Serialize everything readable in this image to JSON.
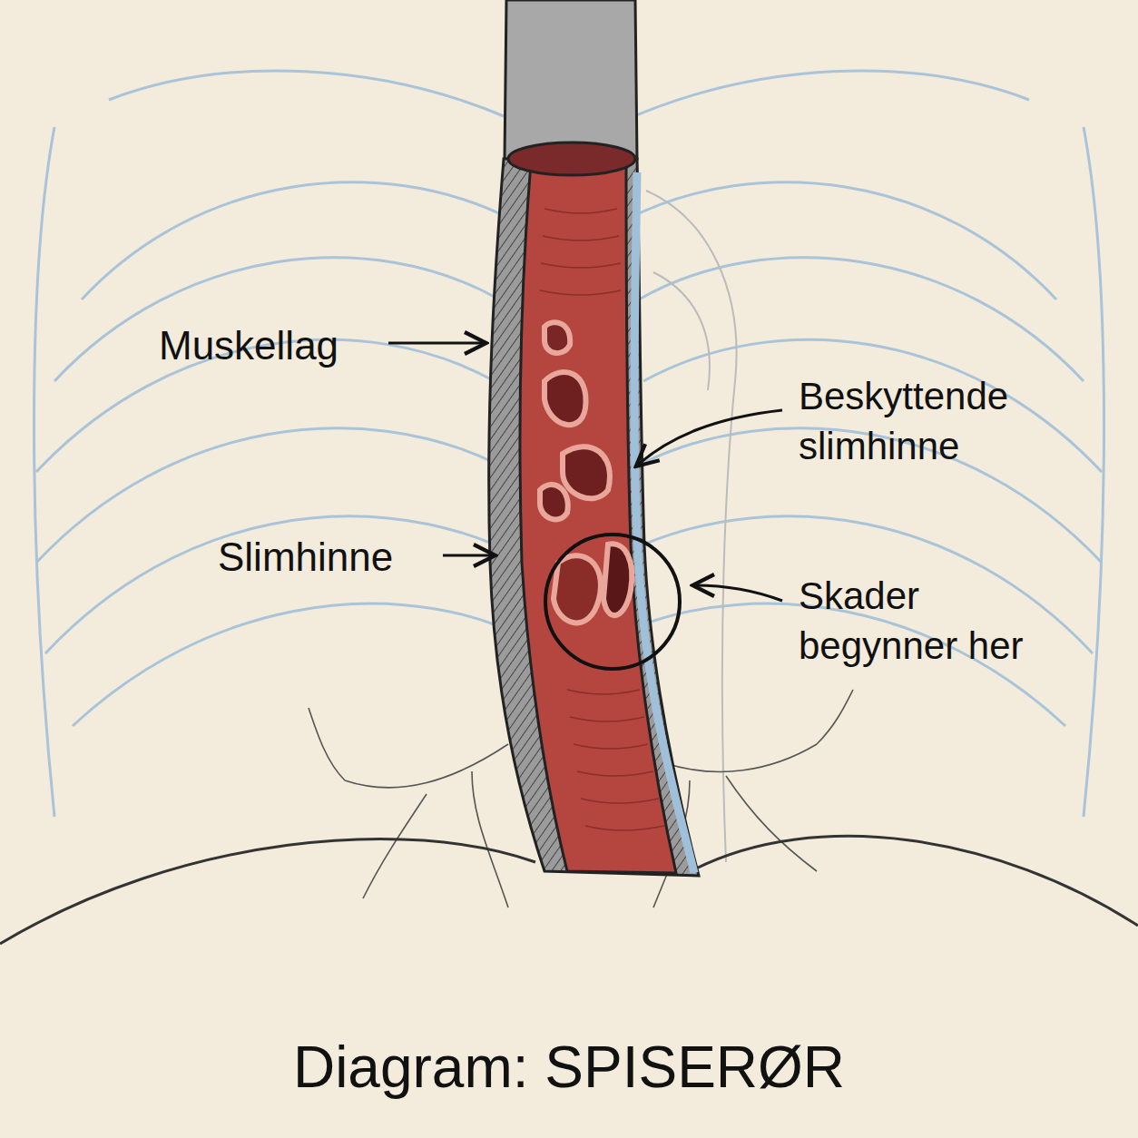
{
  "diagram": {
    "caption": "Diagram: SPISERØR",
    "labels": [
      "Muskellag",
      "Beskyttende slimhinne",
      "Slimhinne",
      "Skader begynner her"
    ]
  }
}
